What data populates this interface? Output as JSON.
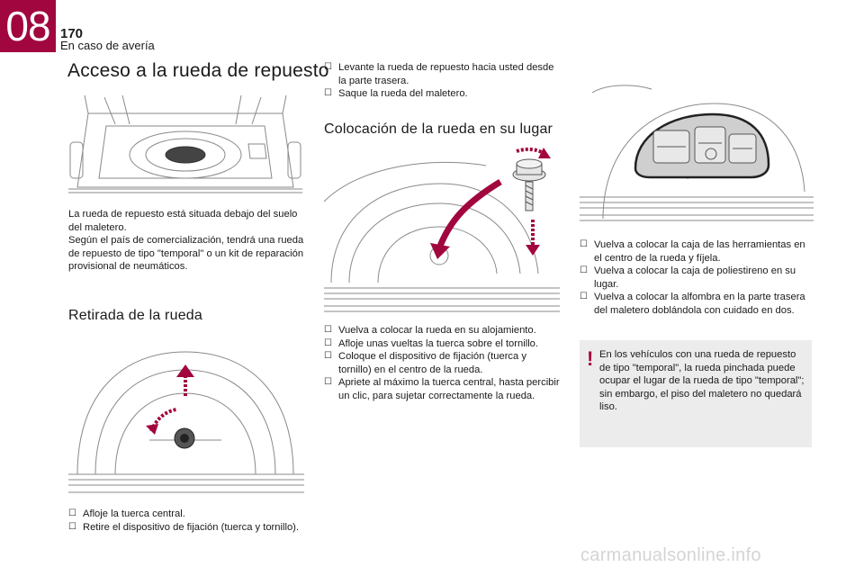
{
  "header": {
    "chapter_number": "08",
    "page_number": "170",
    "chapter_name": "En caso de avería"
  },
  "section_access": {
    "title": "Acceso a la rueda de repuesto",
    "paragraph_1": "La rueda de repuesto está situada debajo del suelo del maletero.",
    "paragraph_2": "Según el país de comercialización, tendrá una rueda de repuesto de tipo \"temporal\" o un kit de reparación provisional de neumáticos."
  },
  "section_removal": {
    "title": "Retirada de la rueda",
    "steps": [
      "Afloje la tuerca central.",
      "Retire el dispositivo de fijación (tuerca y tornillo)."
    ]
  },
  "column_middle": {
    "steps_top": [
      "Levante la rueda de repuesto hacia usted desde la parte trasera.",
      "Saque la rueda del maletero."
    ]
  },
  "section_refit": {
    "title": "Colocación de la rueda en su lugar",
    "steps": [
      "Vuelva a colocar la rueda en su alojamiento.",
      "Afloje unas vueltas la tuerca sobre el tornillo.",
      "Coloque el dispositivo de fijación (tuerca y tornillo) en el centro de la rueda.",
      "Apriete al máximo la tuerca central, hasta percibir un clic, para sujetar correctamente la rueda."
    ]
  },
  "column_right": {
    "steps": [
      "Vuelva a colocar la caja de las herramientas en el centro de la rueda y fíjela.",
      "Vuelva a colocar la caja de poliestireno en su lugar.",
      "Vuelva a colocar la alfombra en la parte trasera del maletero doblándola con cuidado en dos."
    ]
  },
  "note": {
    "mark": "!",
    "text": "En los vehículos con una rueda de repuesto de tipo \"temporal\", la rueda pinchada puede ocupar el lugar de la rueda de tipo \"temporal\"; sin embargo, el piso del maletero no quedará liso."
  },
  "bullet_marker": "☐",
  "watermark": "carmanualsonline.info",
  "colors": {
    "accent": "#a1063f",
    "note_background": "#ececec",
    "illustration_lines": "#8a8a8a"
  }
}
